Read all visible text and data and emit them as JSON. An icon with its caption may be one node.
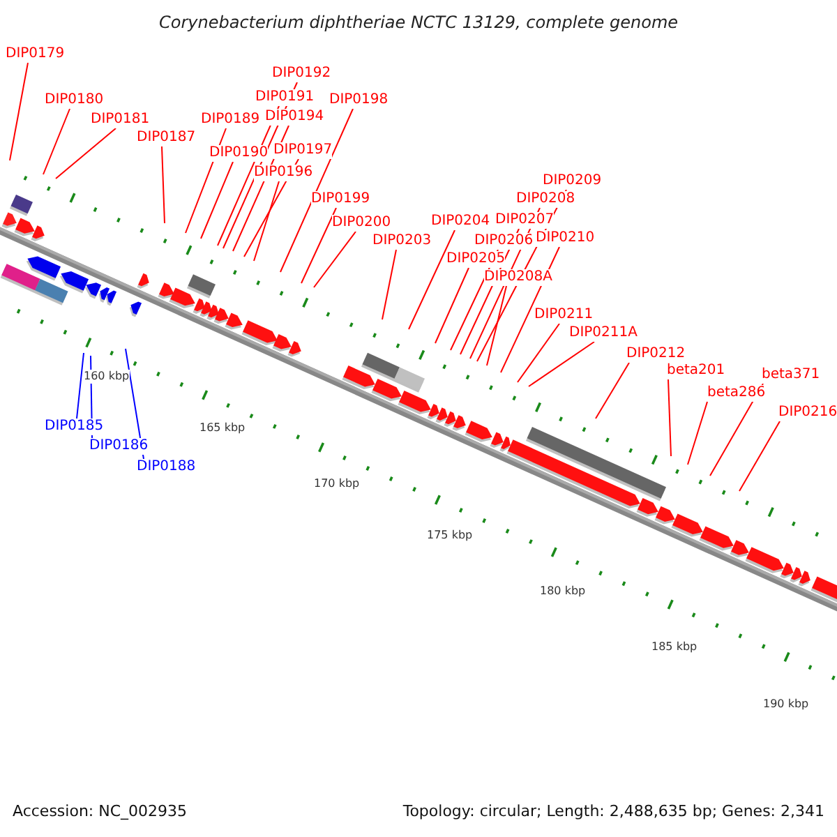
{
  "diagram": {
    "title": "Corynebacterium diphtheriae NCTC 13129, complete genome",
    "nodes": [
      {
        "text": [
          "DIP0179"
        ]
      },
      {
        "text": [
          "DIP0180"
        ]
      },
      {
        "text": [
          "DIP0181"
        ]
      },
      {
        "text": [
          "DIP0187"
        ]
      },
      {
        "text": [
          "DIP0189"
        ]
      },
      {
        "text": [
          "DIP0190"
        ]
      },
      {
        "text": [
          "DIP0191"
        ]
      },
      {
        "text": [
          "DIP0192"
        ]
      },
      {
        "text": [
          "DIP0194"
        ]
      },
      {
        "text": [
          "DIP0197"
        ]
      },
      {
        "text": [
          "DIP0196"
        ]
      },
      {
        "text": [
          "DIP0198"
        ]
      },
      {
        "text": [
          "DIP0199"
        ]
      },
      {
        "text": [
          "DIP0200"
        ]
      },
      {
        "text": [
          "DIP0203"
        ]
      },
      {
        "text": [
          "DIP0204"
        ]
      },
      {
        "text": [
          "DIP0205"
        ]
      },
      {
        "text": [
          "DIP0206"
        ]
      },
      {
        "text": [
          "DIP0207"
        ]
      },
      {
        "text": [
          "DIP0208"
        ]
      },
      {
        "text": [
          "DIP0209"
        ]
      },
      {
        "text": [
          "DIP0208A"
        ]
      },
      {
        "text": [
          "DIP0210"
        ]
      },
      {
        "text": [
          "DIP0211"
        ]
      },
      {
        "text": [
          "DIP0211A"
        ]
      },
      {
        "text": [
          "DIP0212"
        ]
      },
      {
        "text": [
          "beta201"
        ]
      },
      {
        "text": [
          "beta286"
        ]
      },
      {
        "text": [
          "beta371"
        ]
      },
      {
        "text": [
          "DIP0216"
        ]
      },
      {
        "text": [
          "DIP0185"
        ]
      },
      {
        "text": [
          "DIP0186"
        ]
      },
      {
        "text": [
          "DIP0188"
        ]
      }
    ],
    "edges": [
      {
        "from": 0,
        "to": null,
        "arrow": "none"
      },
      {
        "from": 1,
        "to": null,
        "arrow": "none"
      },
      {
        "from": 2,
        "to": null,
        "arrow": "none"
      },
      {
        "from": 3,
        "to": null,
        "arrow": "none"
      },
      {
        "from": 4,
        "to": null,
        "arrow": "none"
      },
      {
        "from": 5,
        "to": null,
        "arrow": "none"
      },
      {
        "from": 6,
        "to": null,
        "arrow": "none"
      },
      {
        "from": 7,
        "to": null,
        "arrow": "none"
      },
      {
        "from": 8,
        "to": null,
        "arrow": "none"
      },
      {
        "from": 9,
        "to": null,
        "arrow": "none"
      },
      {
        "from": 10,
        "to": null,
        "arrow": "none"
      },
      {
        "from": 11,
        "to": null,
        "arrow": "none"
      },
      {
        "from": 12,
        "to": null,
        "arrow": "none"
      },
      {
        "from": 13,
        "to": null,
        "arrow": "none"
      },
      {
        "from": 14,
        "to": null,
        "arrow": "none"
      },
      {
        "from": 15,
        "to": null,
        "arrow": "none"
      },
      {
        "from": 16,
        "to": null,
        "arrow": "none"
      },
      {
        "from": 17,
        "to": null,
        "arrow": "none"
      },
      {
        "from": 18,
        "to": null,
        "arrow": "none"
      },
      {
        "from": 19,
        "to": null,
        "arrow": "none"
      },
      {
        "from": 20,
        "to": null,
        "arrow": "none"
      },
      {
        "from": 21,
        "to": null,
        "arrow": "none"
      },
      {
        "from": 22,
        "to": null,
        "arrow": "none"
      },
      {
        "from": 23,
        "to": null,
        "arrow": "none"
      },
      {
        "from": 24,
        "to": null,
        "arrow": "none"
      },
      {
        "from": 25,
        "to": null,
        "arrow": "none"
      },
      {
        "from": 26,
        "to": null,
        "arrow": "none"
      },
      {
        "from": 27,
        "to": null,
        "arrow": "none"
      },
      {
        "from": 28,
        "to": null,
        "arrow": "none"
      },
      {
        "from": 29,
        "to": null,
        "arrow": "none"
      },
      {
        "from": 30,
        "to": null,
        "arrow": "none",
        "color": "#0000ff"
      },
      {
        "from": 31,
        "to": null,
        "arrow": "none",
        "color": "#0000ff"
      },
      {
        "from": 32,
        "to": null,
        "arrow": "none",
        "color": "#0000ff"
      }
    ],
    "labels": [
      "160 kbp",
      "165 kbp",
      "170 kbp",
      "175 kbp",
      "180 kbp",
      "185 kbp",
      "190 kbp",
      "Accession: NC_002935",
      "Topology: circular; Length: 2,488,635 bp; Genes: 2,341"
    ]
  }
}
